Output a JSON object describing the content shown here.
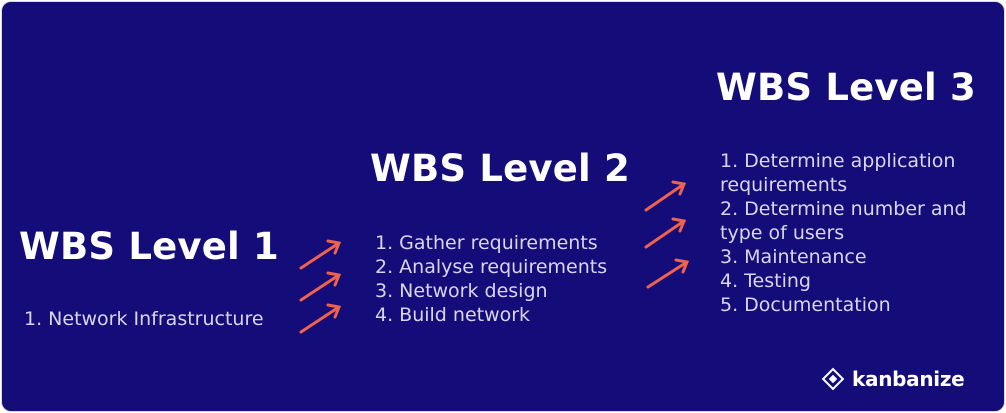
{
  "colors": {
    "background": "#140c79",
    "heading": "#ffffff",
    "item_text": "#d7d6ec",
    "arrow": "#f0614e"
  },
  "levels": [
    {
      "title": "WBS Level 1",
      "items": [
        "1. Network Infrastructure"
      ]
    },
    {
      "title": "WBS Level 2",
      "items": [
        "1. Gather requirements",
        "2. Analyse requirements",
        "3. Network design",
        "4. Build network"
      ]
    },
    {
      "title": "WBS Level 3",
      "items": [
        "1. Determine application requirements",
        "2. Determine number and type of users",
        "3. Maintenance",
        "4. Testing",
        "5. Documentation"
      ]
    }
  ],
  "logo": {
    "icon": "kanbanize-logo-icon",
    "text": "kanbanize"
  }
}
